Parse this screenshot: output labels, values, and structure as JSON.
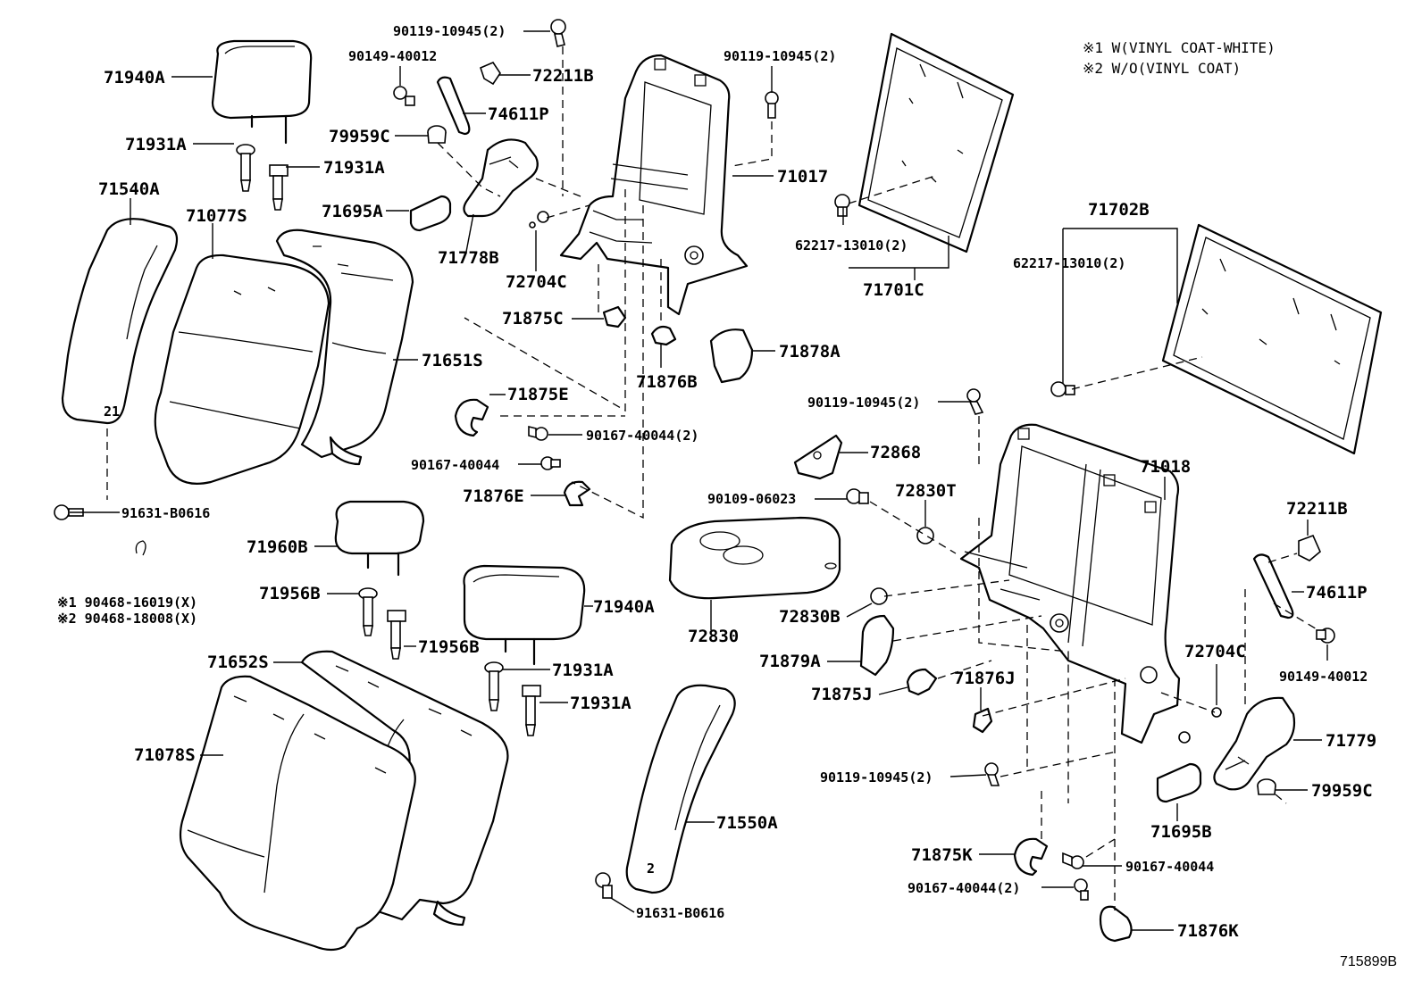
{
  "notes": {
    "note1": "※1 W(VINYL COAT-WHITE)",
    "note2": "※2 W/O(VINYL COAT)"
  },
  "diagram_ref": "715899B",
  "labels": {
    "l71940A_1": "71940A",
    "l71931A_1": "71931A",
    "l71931A_2": "71931A",
    "l71540A": "71540A",
    "l71077S": "71077S",
    "l90119_1": "90119-10945(2)",
    "l90149_1": "90149-40012",
    "l72211B_1": "72211B",
    "l74611P_1": "74611P",
    "l79959C_1": "79959C",
    "l71695A": "71695A",
    "l71778B": "71778B",
    "l72704C_1": "72704C",
    "l90119_2": "90119-10945(2)",
    "l71017": "71017",
    "l62217_1": "62217-13010(2)",
    "l71701C": "71701C",
    "l71702B": "71702B",
    "l62217_2": "62217-13010(2)",
    "l71875C": "71875C",
    "l71651S": "71651S",
    "l71876B": "71876B",
    "l71878A": "71878A",
    "l71875E": "71875E",
    "l90167_1": "90167-40044(2)",
    "l90167_2": "90167-40044",
    "l71876E": "71876E",
    "l91631_1": "91631-B0616",
    "l90468_1": "※1  90468-16019(X)",
    "l90468_2": "※2  90468-18008(X)",
    "l71960B": "71960B",
    "l71956B_1": "71956B",
    "l71956B_2": "71956B",
    "l71940A_2": "71940A",
    "l71931A_3": "71931A",
    "l71931A_4": "71931A",
    "l71652S": "71652S",
    "l71078S": "71078S",
    "l71550A": "71550A",
    "l91631_2": "91631-B0616",
    "l90119_3": "90119-10945(2)",
    "l72868": "72868",
    "l90109": "90109-06023",
    "l72830T": "72830T",
    "l71018": "71018",
    "l72830": "72830",
    "l72830B": "72830B",
    "l71879A": "71879A",
    "l71875J": "71875J",
    "l71876J": "71876J",
    "l72211B_2": "72211B",
    "l74611P_2": "74611P",
    "l90149_2": "90149-40012",
    "l72704C_2": "72704C",
    "l71779": "71779",
    "l79959C_2": "79959C",
    "l90119_4": "90119-10945(2)",
    "l71695B": "71695B",
    "l71875K": "71875K",
    "l90167_3": "90167-40044",
    "l90167_4": "90167-40044(2)",
    "l71876K": "71876K"
  }
}
